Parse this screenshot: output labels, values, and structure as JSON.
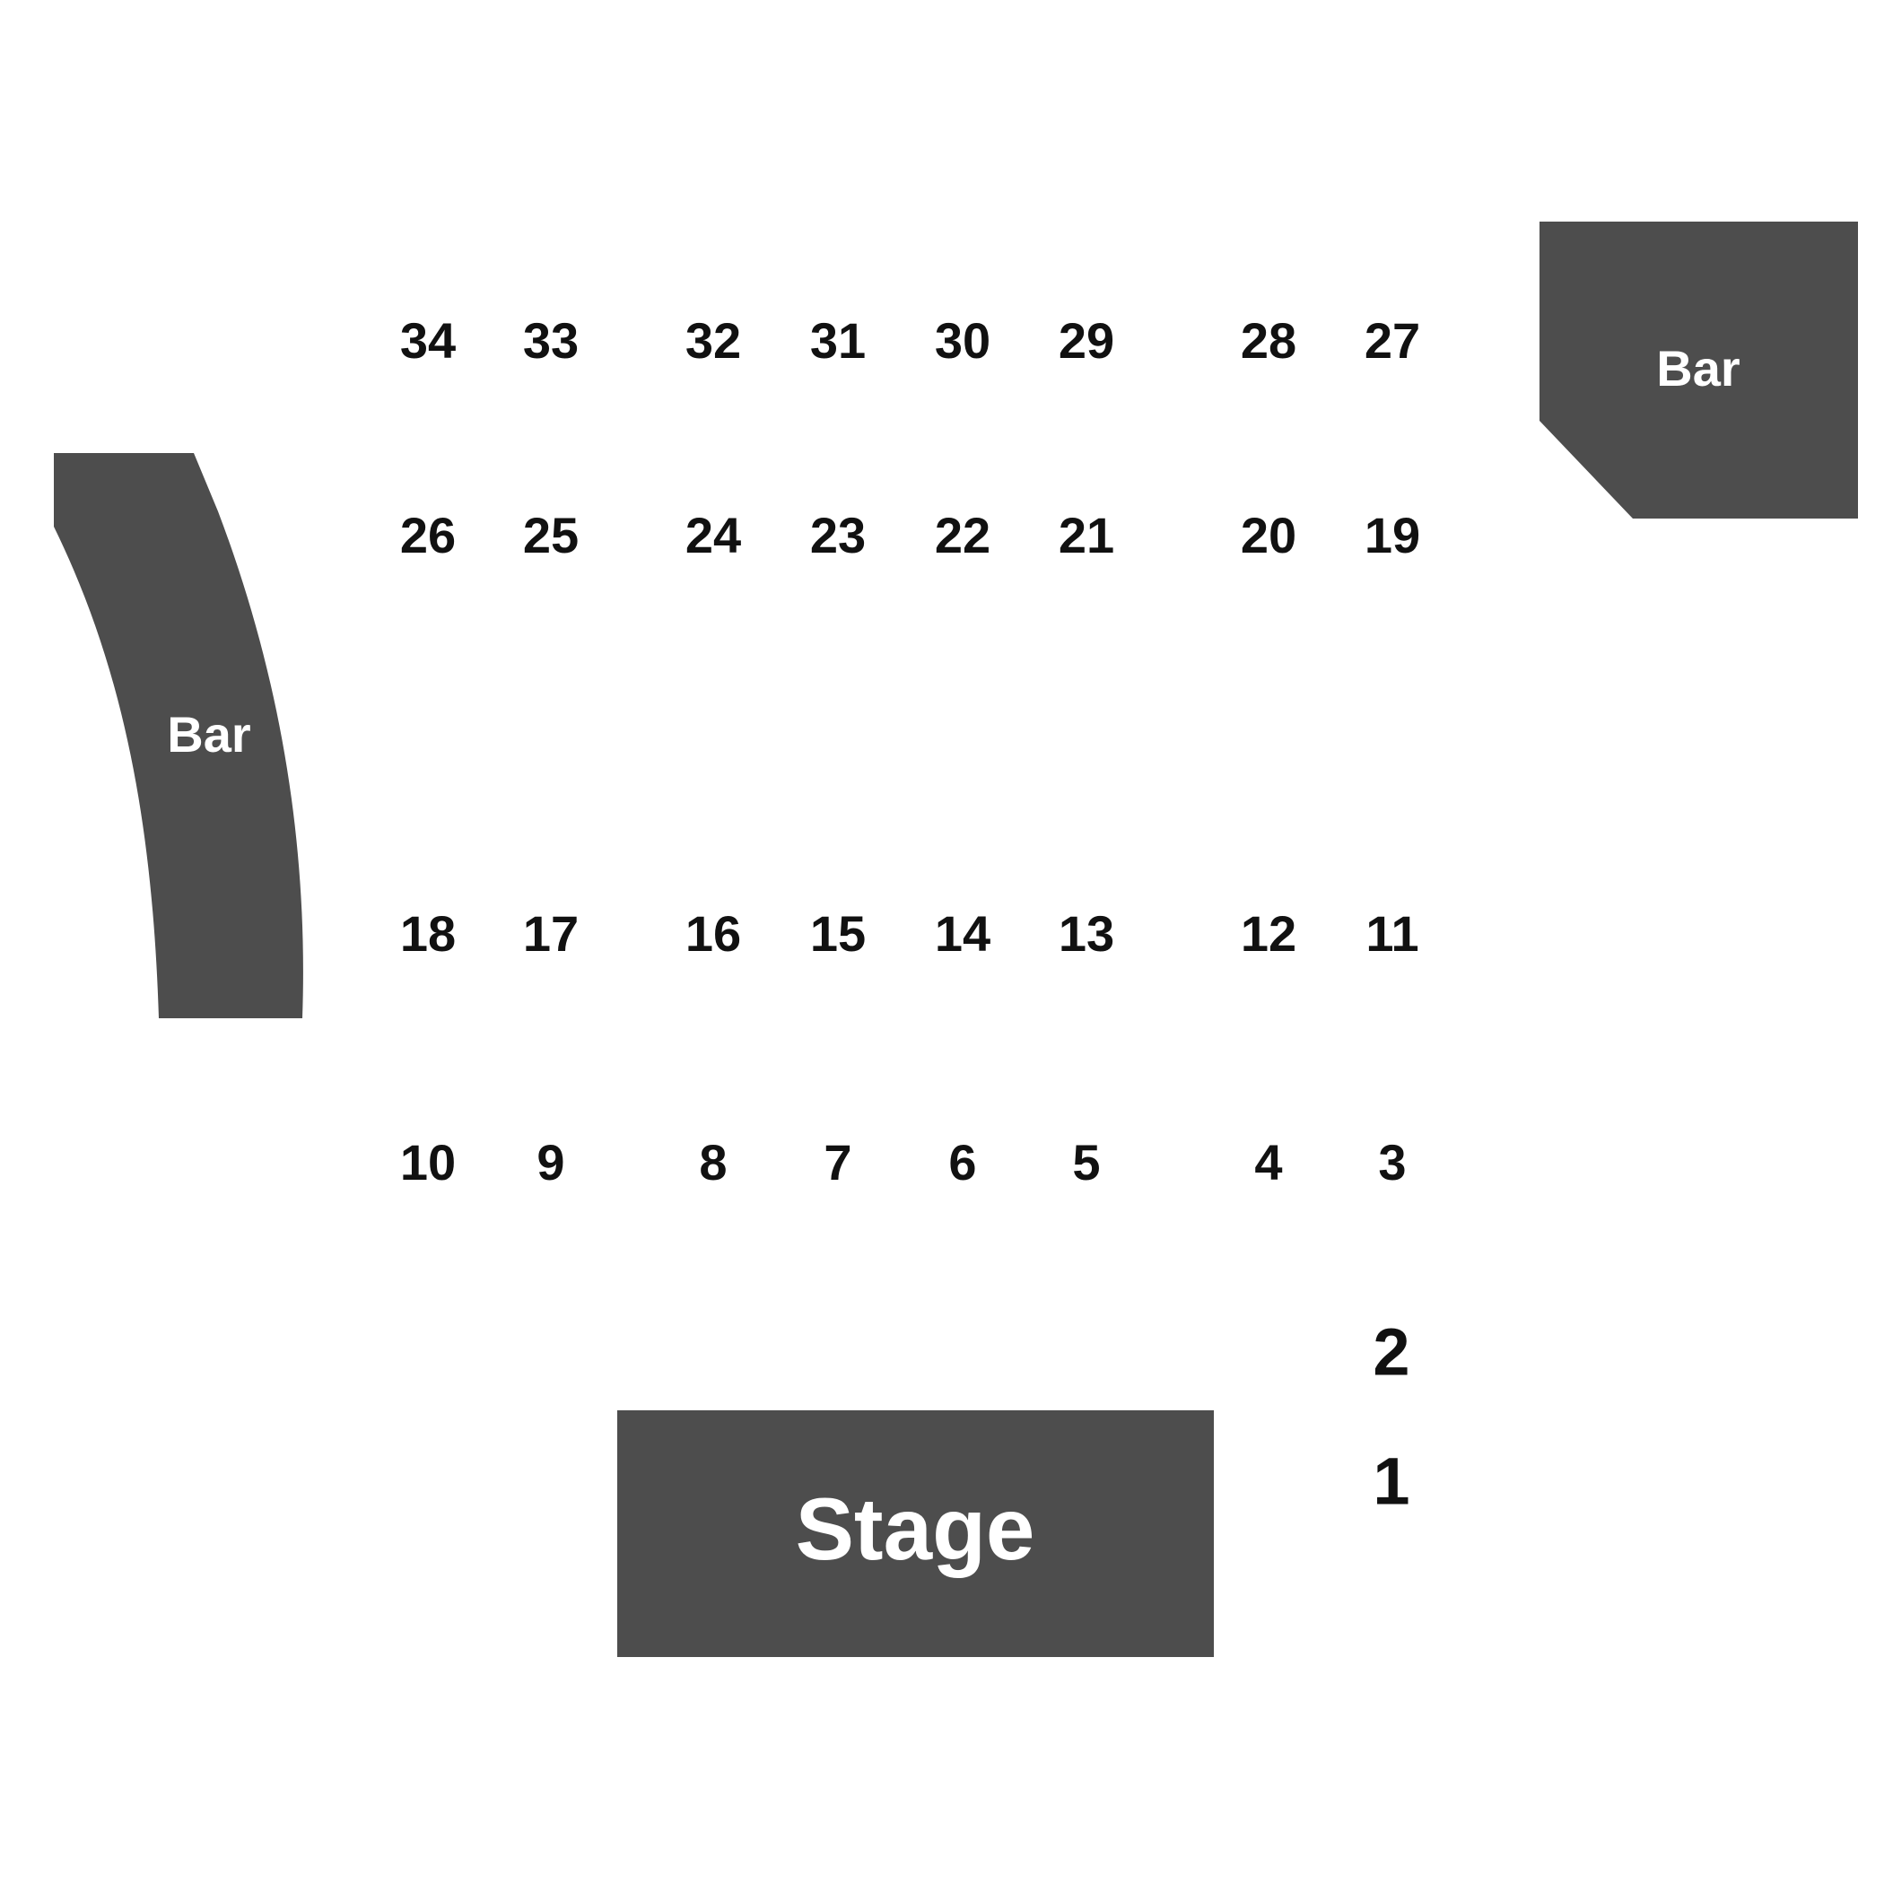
{
  "colors": {
    "zone_fill": "#4d4d4d",
    "zone_text": "#ffffff",
    "seat_text": "#111111",
    "background": "#ffffff"
  },
  "zones": {
    "bar_left": {
      "label": "Bar"
    },
    "bar_right": {
      "label": "Bar"
    },
    "stage": {
      "label": "Stage"
    }
  },
  "seats": {
    "row_top": [
      "34",
      "33",
      "32",
      "31",
      "30",
      "29",
      "28",
      "27"
    ],
    "row_second": [
      "26",
      "25",
      "24",
      "23",
      "22",
      "21",
      "20",
      "19"
    ],
    "row_third": [
      "18",
      "17",
      "16",
      "15",
      "14",
      "13",
      "12",
      "11"
    ],
    "row_fourth": [
      "10",
      "9",
      "8",
      "7",
      "6",
      "5",
      "4",
      "3"
    ],
    "side": [
      "2",
      "1"
    ]
  }
}
